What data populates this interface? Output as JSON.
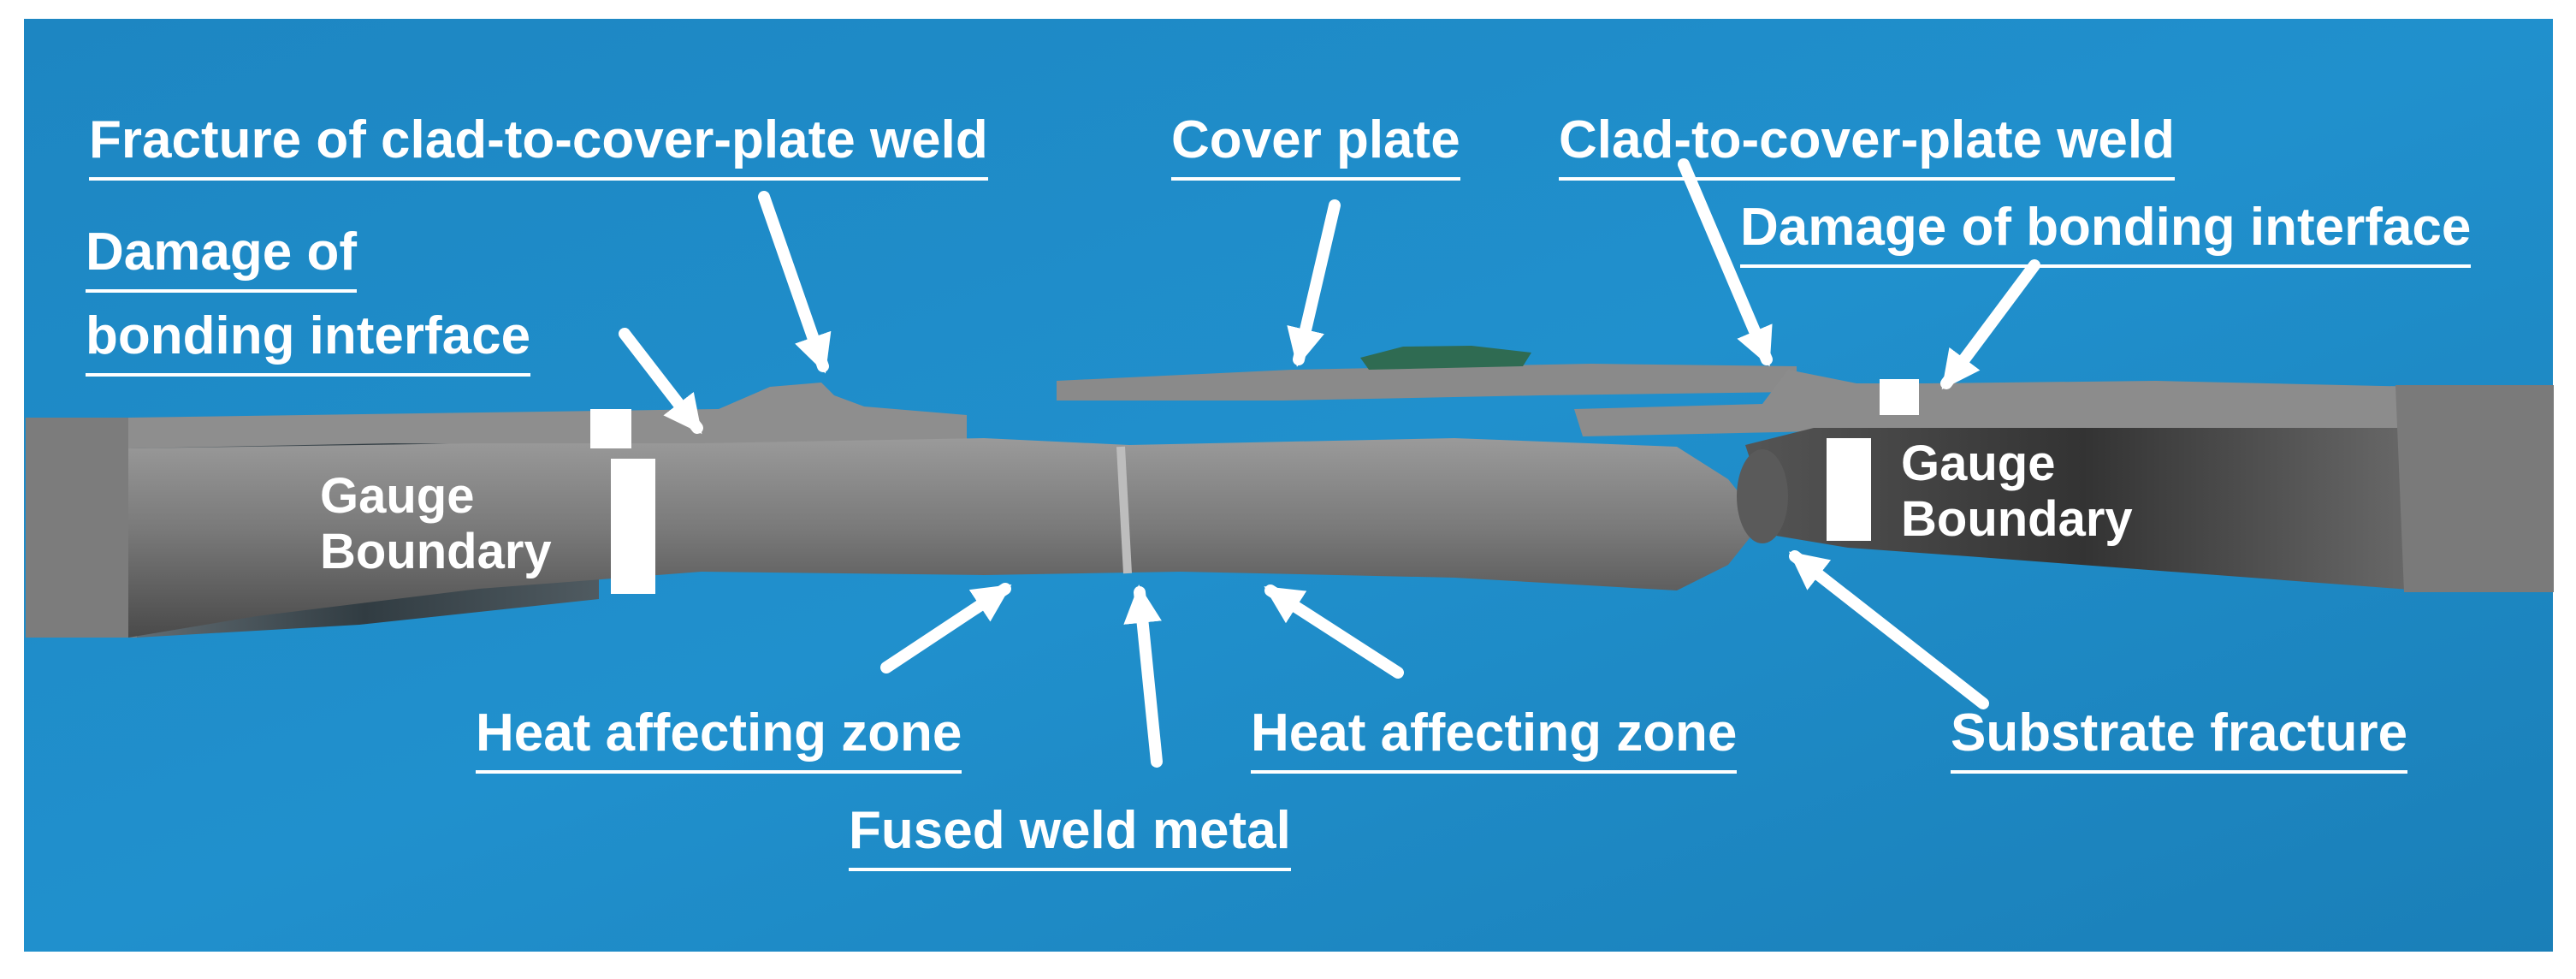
{
  "figure": {
    "colors": {
      "background": "#1e8ac6",
      "metal": "#6e6e6e",
      "metal_dark": "#3c3c3c",
      "annotation": "#ffffff"
    },
    "labels": {
      "fracture_clad_weld": "Fracture of clad-to-cover-plate weld",
      "cover_plate": "Cover plate",
      "clad_to_cover_weld": "Clad-to-cover-plate weld",
      "damage_bonding_left_line1": "Damage of",
      "damage_bonding_left_line2": "bonding interface",
      "damage_bonding_right": "Damage of bonding interface",
      "gauge_left_line1": "Gauge",
      "gauge_left_line2": "Boundary",
      "gauge_right_line1": "Gauge",
      "gauge_right_line2": "Boundary",
      "haz_left": "Heat affecting zone",
      "fused_weld_metal": "Fused weld metal",
      "haz_right": "Heat affecting zone",
      "substrate_fracture": "Substrate fracture"
    }
  }
}
